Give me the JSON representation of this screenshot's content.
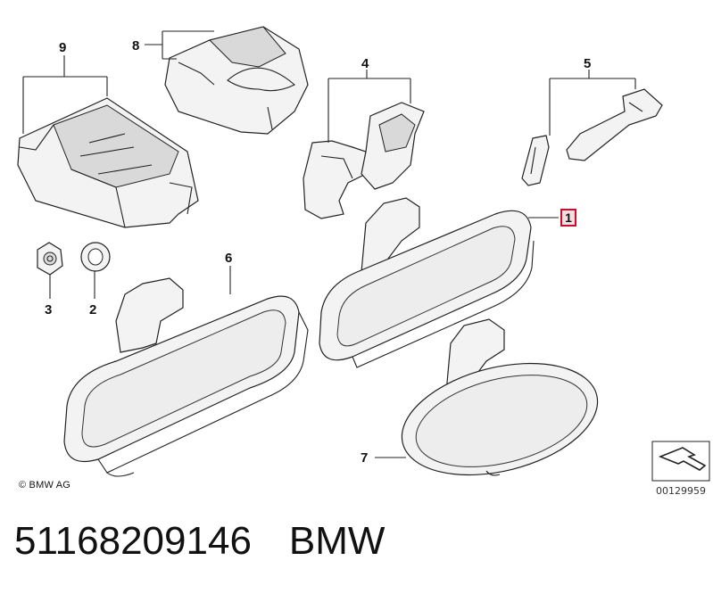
{
  "callouts": {
    "c1": "1",
    "c2": "2",
    "c3": "3",
    "c4": "4",
    "c5": "5",
    "c6": "6",
    "c7": "7",
    "c8": "8",
    "c9": "9"
  },
  "copyright": "© BMW AG",
  "diagram_id": "00129959",
  "part_number": "51168209146",
  "brand": "BMW",
  "colors": {
    "highlight_border": "#c8102e",
    "highlight_fill": "#f6dede"
  }
}
